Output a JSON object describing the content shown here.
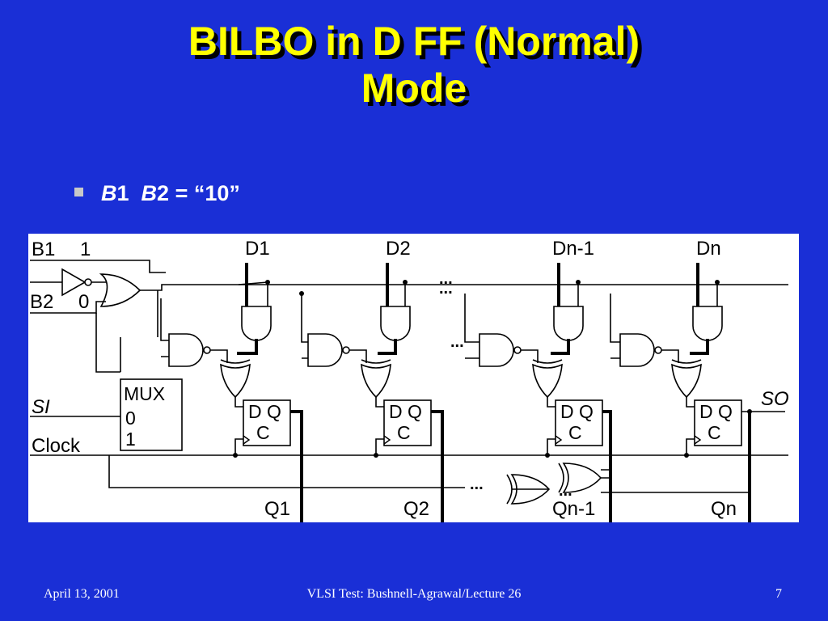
{
  "slide": {
    "title_line1": "BILBO in D FF (Normal)",
    "title_line2": "Mode",
    "bullet_b1": "B",
    "bullet_b1_num": "1",
    "bullet_b2": "B",
    "bullet_b2_num": "2",
    "bullet_rest": " = “10”"
  },
  "diagram": {
    "b1_label": "B1",
    "b1_value": "1",
    "b2_label": "B2",
    "b2_value": "0",
    "si_label": "SI",
    "clock_label": "Clock",
    "mux_label": "MUX",
    "mux_in0": "0",
    "mux_in1": "1",
    "inputs": [
      "D1",
      "D2",
      "Dn-1",
      "Dn"
    ],
    "outputs": [
      "Q1",
      "Q2",
      "Qn-1",
      "Qn"
    ],
    "ff_dq": "D Q",
    "ff_c": "C",
    "so_label": "SO",
    "ellipsis": "..."
  },
  "footer": {
    "date": "April 13, 2001",
    "course": "VLSI Test: Bushnell-Agrawal/Lecture 26",
    "page": "7"
  }
}
